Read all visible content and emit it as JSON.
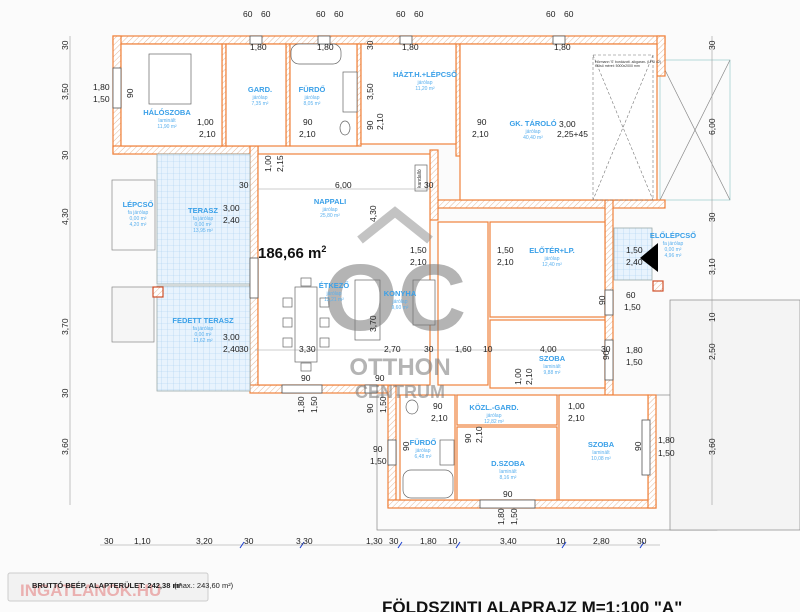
{
  "total_area": {
    "value": "186,66 m",
    "sup": "2"
  },
  "rooms": {
    "haloszoba": {
      "name": "HÁLÓSZOBA",
      "floor": "laminált",
      "area": "11,90 m²"
    },
    "gard": {
      "name": "GARD.",
      "floor": "járólap",
      "area": "7,35 m²"
    },
    "furdo_top": {
      "name": "FÜRDŐ",
      "floor": "járólap",
      "area": "8,05 m²"
    },
    "haztartasi": {
      "name": "HÁZT.H.+LÉPCSŐ",
      "floor": "járólap",
      "area": "11,20 m²"
    },
    "garage": {
      "name": "GK. TÁROLÓ",
      "floor": "járólap",
      "area": "40,40 m²"
    },
    "nappali": {
      "name": "NAPPALI",
      "floor": "járólap",
      "area": "25,80 m²"
    },
    "etkezo": {
      "name": "ÉTKEZŐ",
      "floor": "járólap",
      "area": "12,21 m²"
    },
    "konyha": {
      "name": "KONYHA",
      "floor": "járólap",
      "area": "9,60 m²"
    },
    "lepcso": {
      "name": "LÉPCSŐ",
      "floor": "fa járólap",
      "area": "0,00 m²",
      "area2": "4,20 m²"
    },
    "terasz": {
      "name": "TERASZ",
      "floor": "fa járólap",
      "area": "0,00 m²",
      "area2": "13,95 m²"
    },
    "fedett_terasz": {
      "name": "FEDETT TERASZ",
      "floor": "fa járólap",
      "area": "0,00 m²",
      "area2": "11,62 m²"
    },
    "eloter": {
      "name": "ELŐTÉR+LP.",
      "floor": "járólap",
      "area": "12,40 m²"
    },
    "elolepcso": {
      "name": "ELŐLÉPCSŐ",
      "floor": "fa járólap",
      "area": "0,00 m²",
      "area2": "4,96 m²"
    },
    "szoba_mid": {
      "name": "SZOBA",
      "floor": "laminált",
      "area": "9,88 m²"
    },
    "kozl_gard": {
      "name": "KÖZL.-GARD.",
      "floor": "járólap",
      "area": "12,82 m²"
    },
    "furdo_low": {
      "name": "FÜRDŐ",
      "floor": "járólap",
      "area": "6,48 m²"
    },
    "d_szoba": {
      "name": "D.SZOBA",
      "floor": "laminált",
      "area": "8,16 m²"
    },
    "szoba_low": {
      "name": "SZOBA",
      "floor": "laminált",
      "area": "10,08 m²"
    }
  },
  "labels": {
    "kandallo": "kandalló",
    "garage_door_1": "Hörmann 'S' bordázott -sikgaran- (LPU 42)",
    "garage_door_2": "Külső méret: 5000x2000 mm"
  },
  "dimensions": [
    "60",
    "60",
    "60",
    "60",
    "60",
    "60",
    "60",
    "60",
    "1,80",
    "1,80",
    "1,80",
    "1,80",
    "30",
    "1,80",
    "1,50",
    "90",
    "3,50",
    "30",
    "4,30",
    "3,70",
    "30",
    "3,60",
    "1,00",
    "2,10",
    "90",
    "2,10",
    "90",
    "2,10",
    "3,50",
    "30",
    "90",
    "2,10",
    "3,00",
    "2,25+45",
    "6,00",
    "30",
    "1,00",
    "2,15",
    "30",
    "6,00",
    "30",
    "3,00",
    "2,40",
    "4,30",
    "1,50",
    "2,10",
    "3,00",
    "2,40",
    "30",
    "3,30",
    "3,70",
    "2,70",
    "30",
    "1,60",
    "10",
    "4,00",
    "30",
    "1,80",
    "1,50",
    "90",
    "1,50",
    "2,10",
    "1,50",
    "2,40",
    "60",
    "1,50",
    "90",
    "3,10",
    "30",
    "10",
    "2,50",
    "3,60",
    "1,00",
    "2,10",
    "90",
    "1,80",
    "1,50",
    "90",
    "90",
    "1,50",
    "90",
    "1,50",
    "90",
    "90",
    "2,10",
    "90",
    "2,10",
    "1,00",
    "2,10",
    "90",
    "1,80",
    "1,50",
    "90",
    "1,80",
    "1,50",
    "30",
    "1,10",
    "3,20",
    "30",
    "3,30",
    "1,30",
    "30",
    "1,80",
    "10",
    "3,40",
    "10",
    "2,80",
    "30"
  ],
  "footer": {
    "brutto": "BRUTTÓ BEÉP. ALAPTERÜLET: 242,38 m²",
    "max": "(max.: 243,60 m²)",
    "title": "FÖLDSZINTI ALAPRAJZ  M=1:100  \"A\""
  },
  "watermarks": {
    "logo_mark": "OC",
    "logo_text_1": "OTTHON",
    "logo_text_2": "CENTRUM",
    "site": "INGATLANOK.HU"
  },
  "colors": {
    "wall": "#f0823c",
    "room_label": "#3aa0e8",
    "dim_tick": "#1a3fd0"
  }
}
